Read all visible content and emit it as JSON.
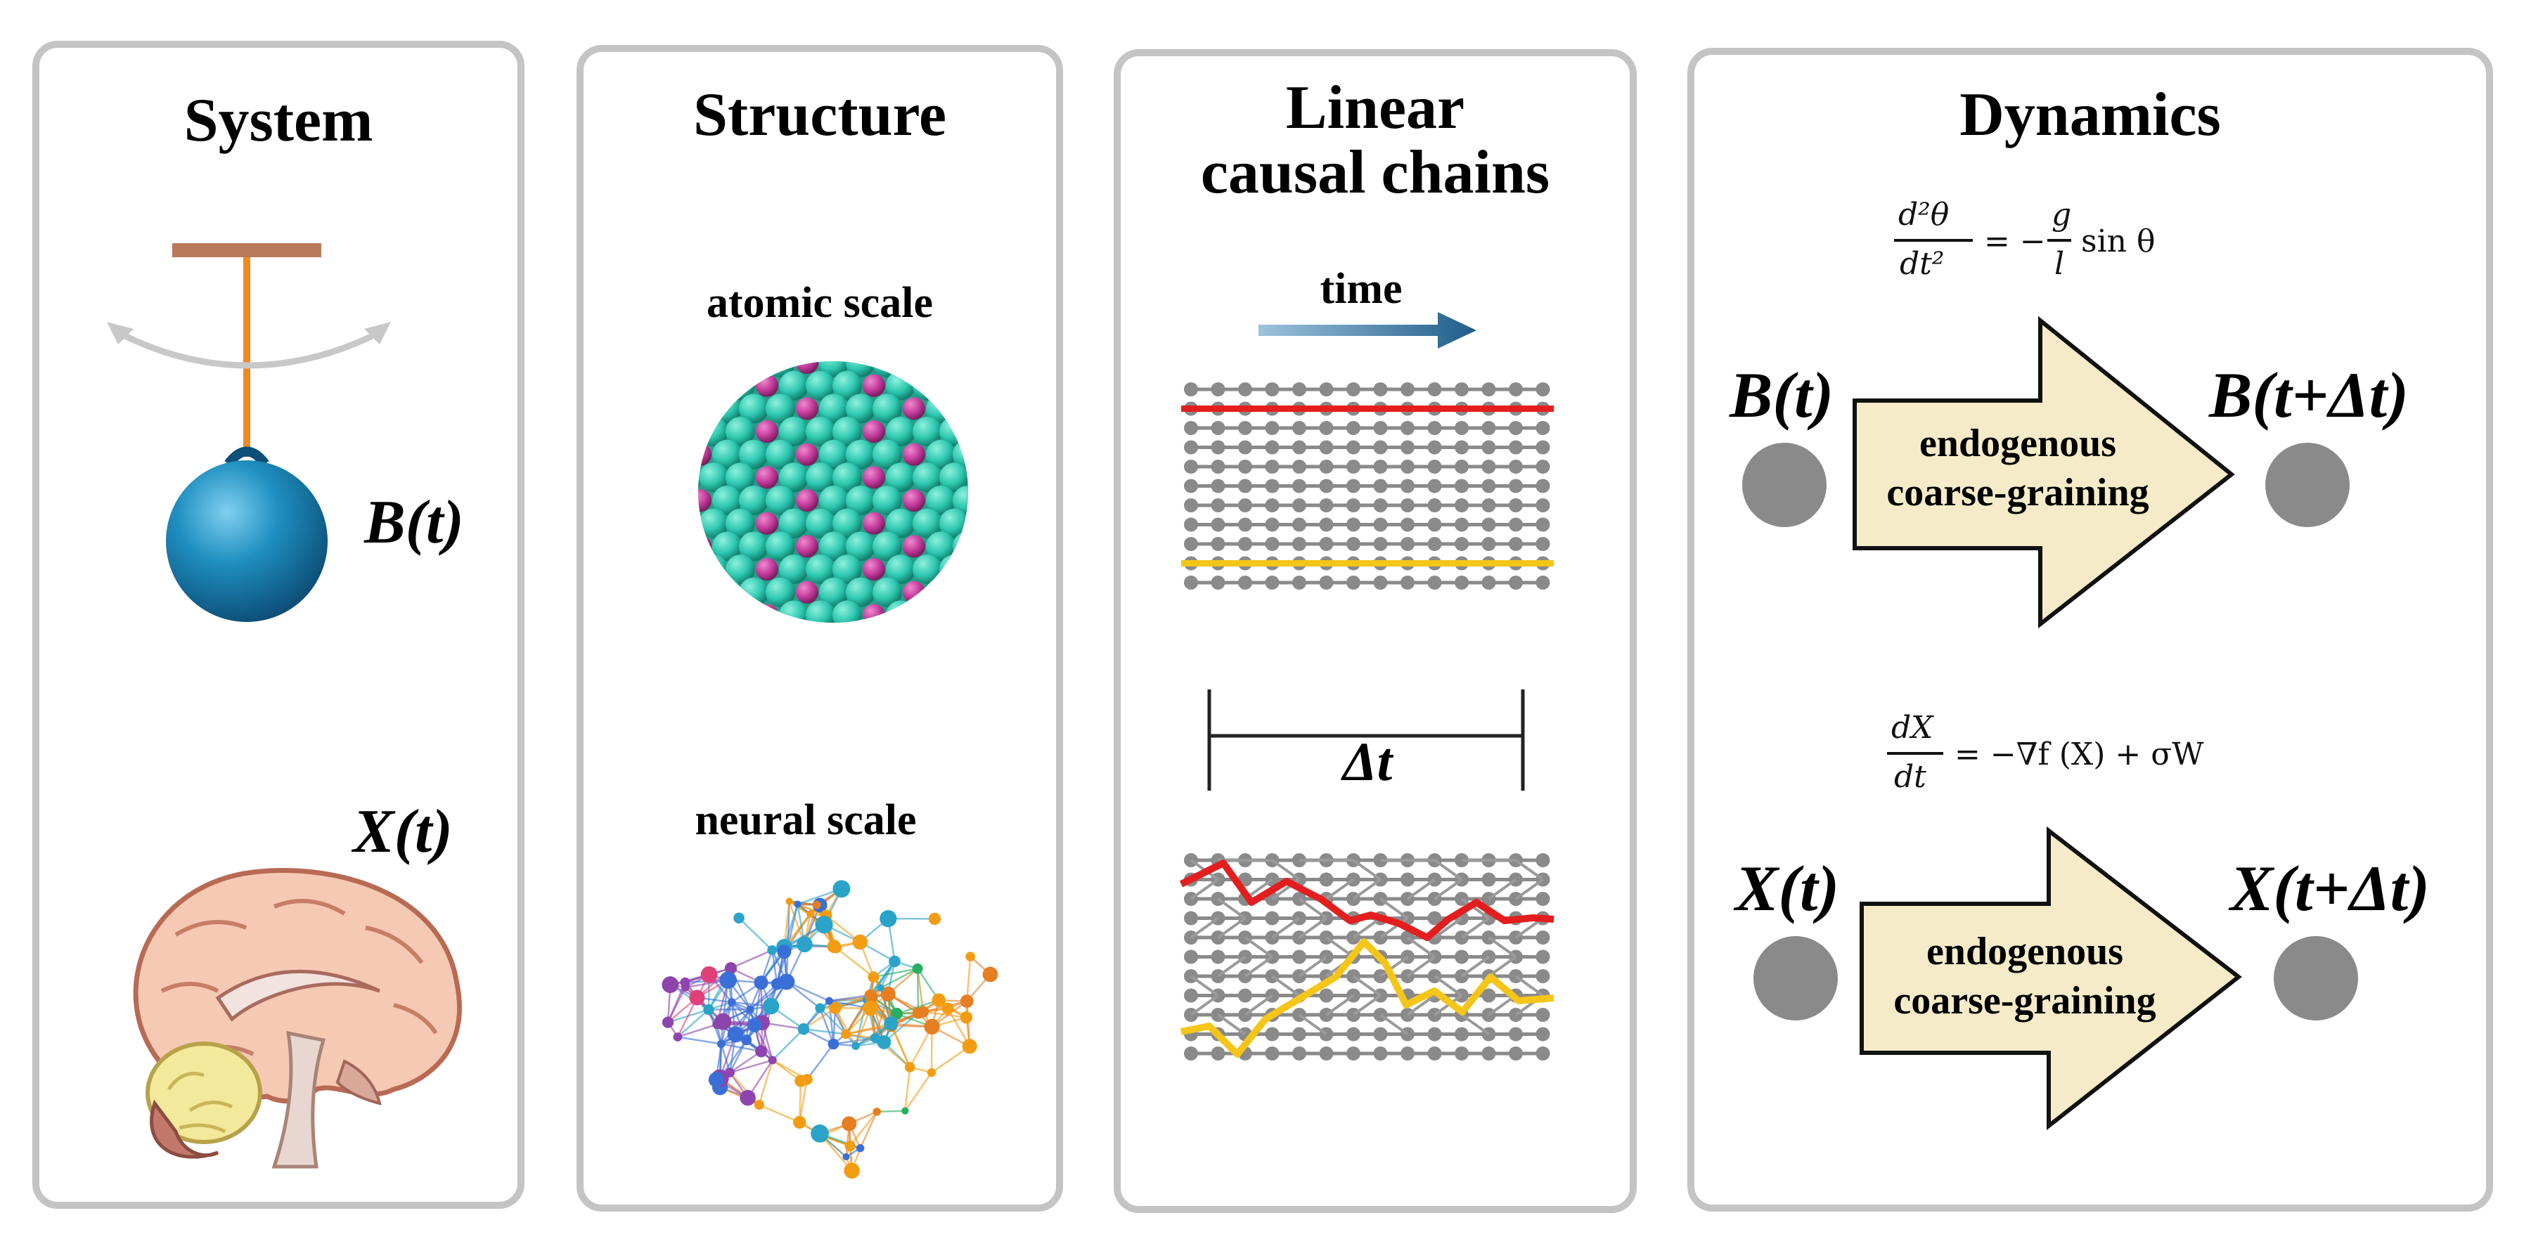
{
  "panels": {
    "system": {
      "title": "System",
      "var_b": "B(t)",
      "var_x": "X(t)"
    },
    "structure": {
      "title": "Structure",
      "atomic_label": "atomic scale",
      "neural_label": "neural scale"
    },
    "chains": {
      "title_line1": "Linear",
      "title_line2": "causal chains",
      "time_label": "time",
      "delta_label": "Δt"
    },
    "dynamics": {
      "title": "Dynamics",
      "eq1": {
        "num": "d²θ",
        "den": "dt²",
        "mid": "= −",
        "frac_num": "g",
        "frac_den": "l",
        "tail": "sin θ"
      },
      "eq2": {
        "num": "dX",
        "den": "dt",
        "rhs": "= −∇f (X) + σW"
      },
      "row1": {
        "from": "B(t)",
        "to": "B(t+Δt)",
        "arrow_line1": "endogenous",
        "arrow_line2": "coarse-graining"
      },
      "row2": {
        "from": "X(t)",
        "to": "X(t+Δt)",
        "arrow_line1": "endogenous",
        "arrow_line2": "coarse-graining"
      }
    }
  },
  "colors": {
    "panel_border": "#c4c4c4",
    "pendulum_bar": "#b87a5a",
    "pendulum_string": "#f08a1e",
    "pendulum_bob": "#1f8fc0",
    "atom_teal": "#2ec8b0",
    "atom_magenta": "#c23a9a",
    "chain_dots": "#8a8a8a",
    "chain_red": "#e41e1e",
    "chain_yellow": "#f5c518",
    "time_arrow": "#2e6f9c",
    "arrow_fill": "#f5ebc8",
    "state_circle": "#8a8a8a"
  },
  "icons": [
    "pendulum-icon",
    "brain-illustration-icon",
    "atom-lattice-icon",
    "neural-network-icon"
  ]
}
